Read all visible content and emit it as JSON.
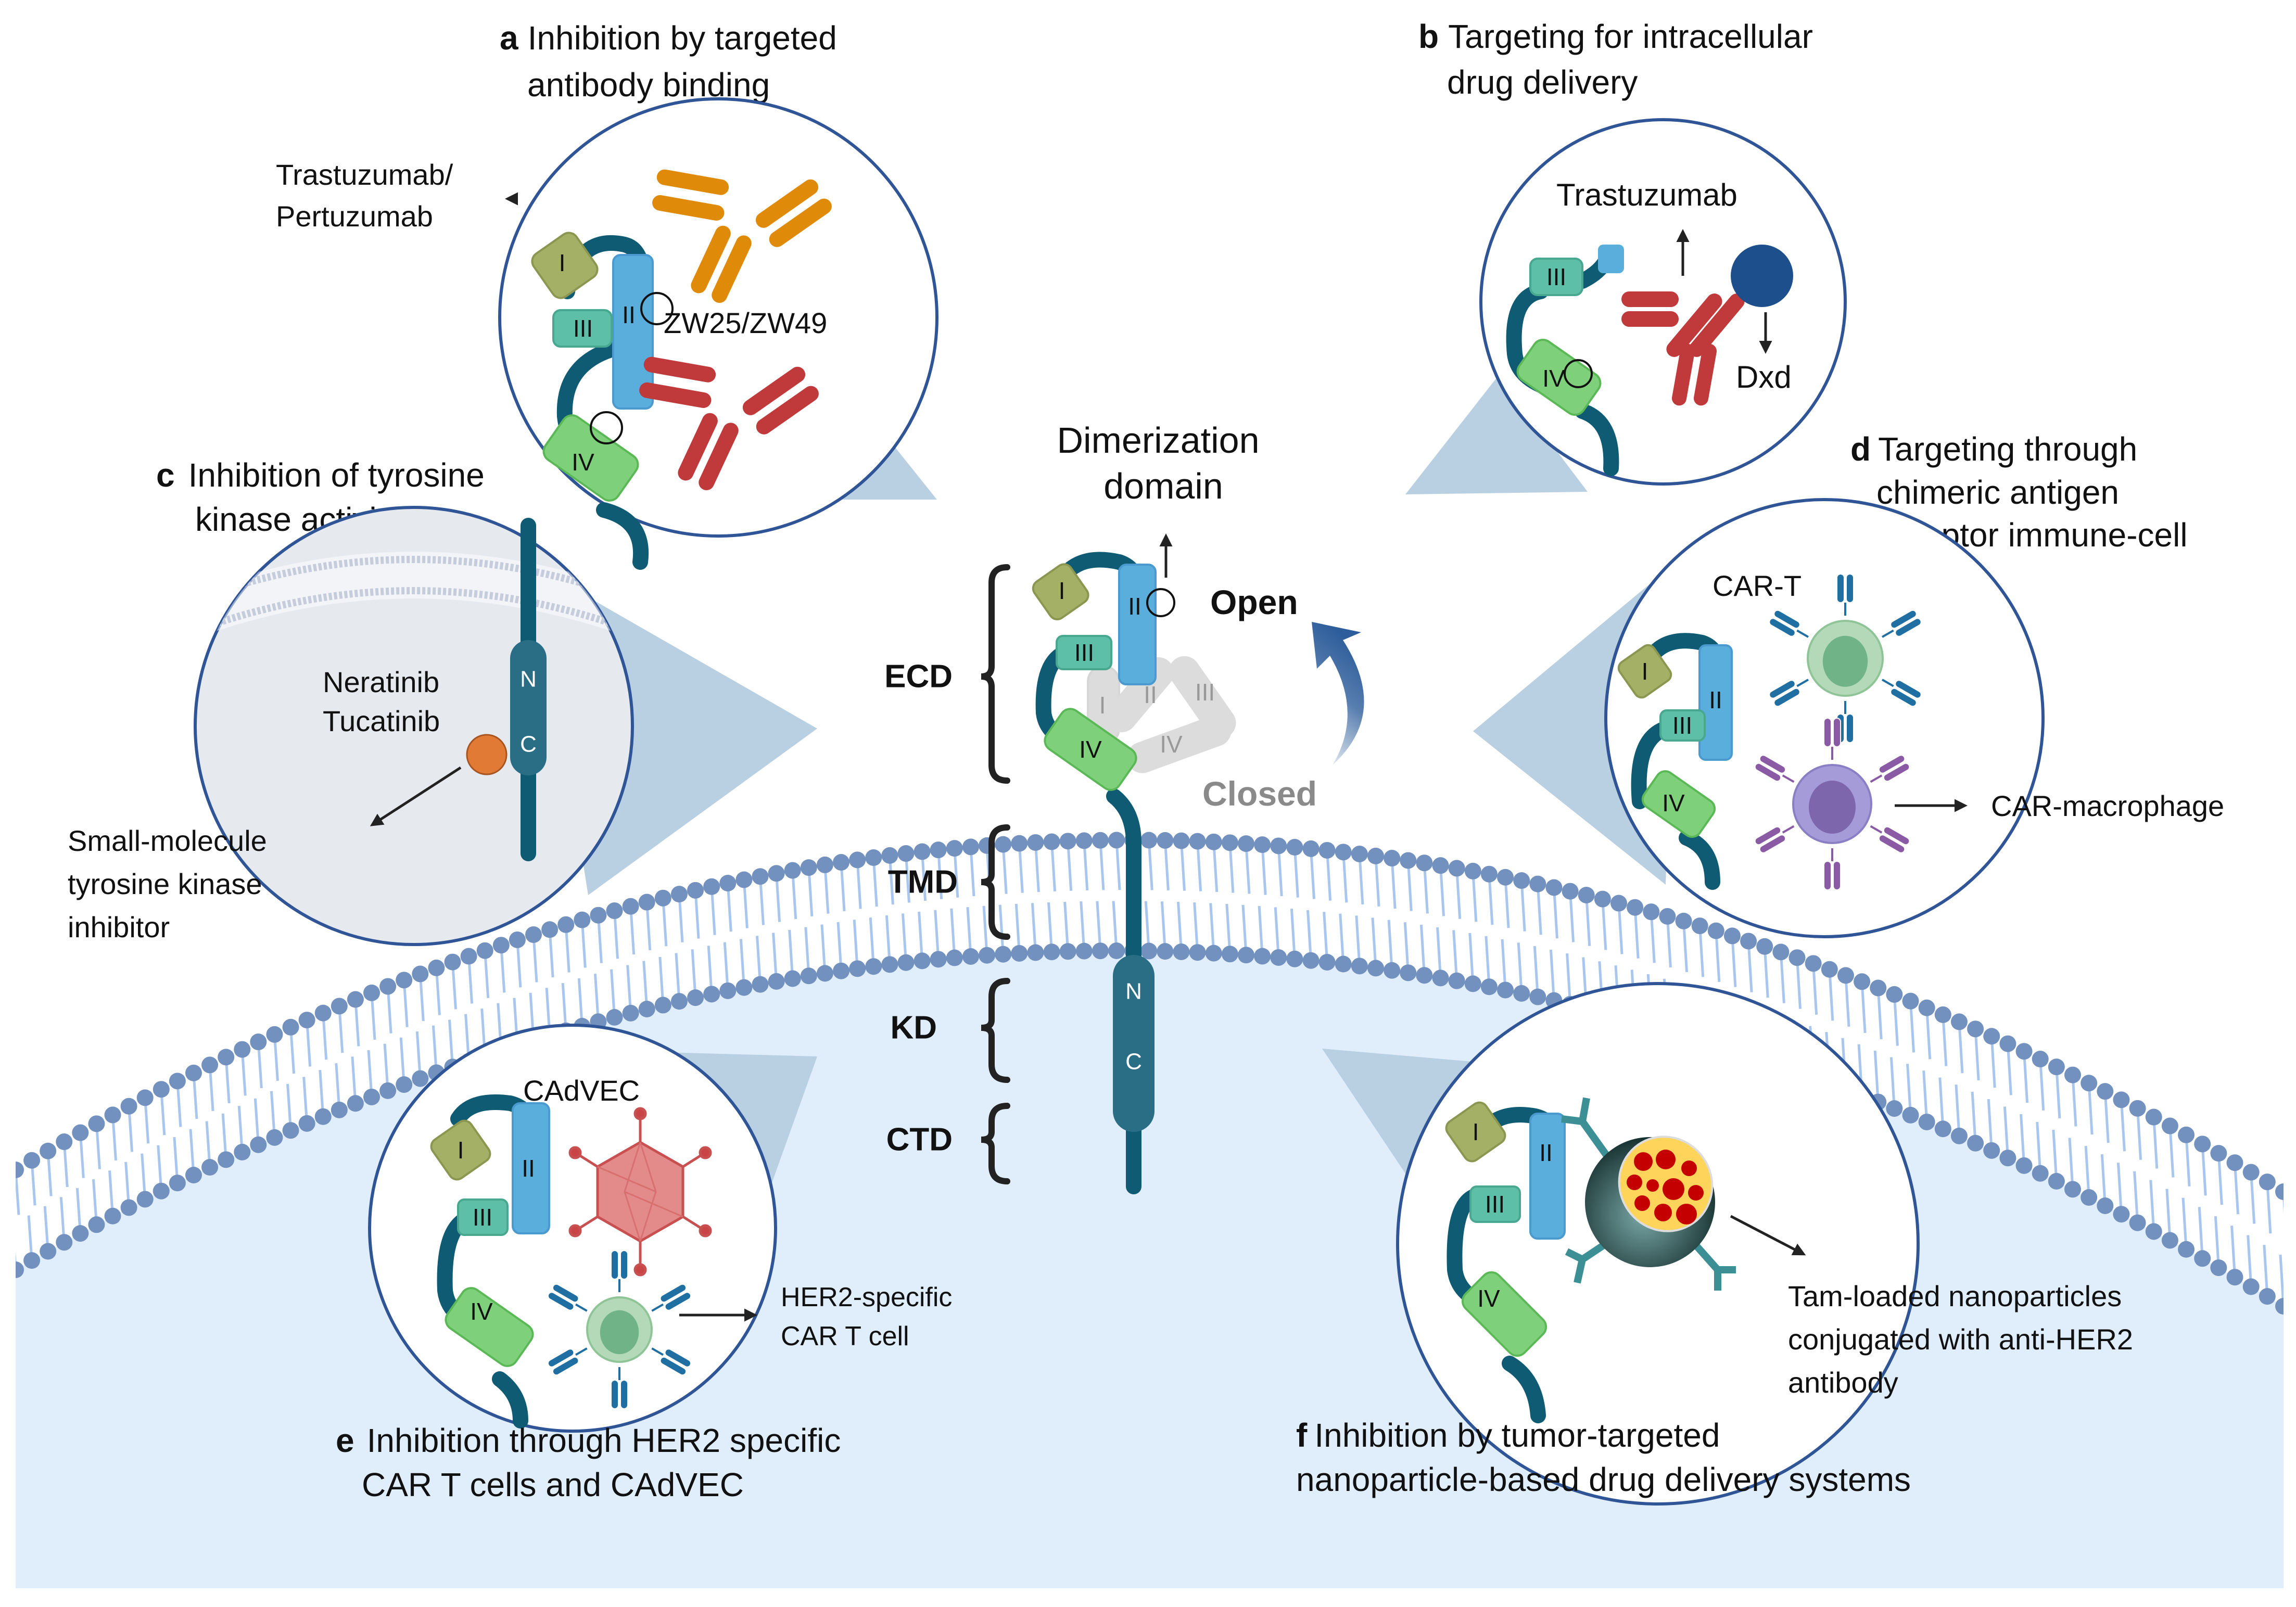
{
  "figure": {
    "panels": {
      "a": {
        "letter": "a",
        "title_line1": "Inhibition by targeted",
        "title_line2": "antibody binding",
        "callout_line1": "Trastuzumab/",
        "callout_line2": "Pertuzumab",
        "inner_label": "ZW25/ZW49"
      },
      "b": {
        "letter": "b",
        "title_line1": "Targeting for intracellular",
        "title_line2": "drug delivery",
        "inner_label_top": "Trastuzumab",
        "inner_label_bottom": "Dxd"
      },
      "c": {
        "letter": "c",
        "title_line1": "Inhibition of tyrosine",
        "title_line2": "kinase activity",
        "inner_label_line1": "Neratinib",
        "inner_label_line2": "Tucatinib",
        "callout_line1": "Small-molecule",
        "callout_line2": "tyrosine kinase",
        "callout_line3": "inhibitor"
      },
      "d": {
        "letter": "d",
        "title_line1": "Targeting through",
        "title_line2": "chimeric antigen",
        "title_line3": "receptor immune-cell",
        "inner_label": "CAR-T",
        "callout": "CAR-macrophage"
      },
      "e": {
        "letter": "e",
        "title_line1": "Inhibition through HER2 specific",
        "title_line2": "CAR T cells and CAdVEC",
        "inner_label": "CAdVEC",
        "callout_line1": "HER2-specific",
        "callout_line2": "CAR T cell"
      },
      "f": {
        "letter": "f",
        "title_line1": "Inhibition by tumor-targeted",
        "title_line2": "nanoparticle-based drug delivery systems",
        "callout_line1": "Tam-loaded nanoparticles",
        "callout_line2": "conjugated with anti-HER2",
        "callout_line3": "antibody"
      }
    },
    "center": {
      "dimerization_line1": "Dimerization",
      "dimerization_line2": "domain",
      "open_label": "Open",
      "closed_label": "Closed",
      "regions": [
        "ECD",
        "TMD",
        "KD",
        "CTD"
      ],
      "kinase_labels": {
        "n": "N",
        "c": "C"
      }
    },
    "domains": {
      "d1": "I",
      "d2": "II",
      "d3": "III",
      "d4": "IV"
    },
    "colors": {
      "domain_I": "#a3b065",
      "domain_II": "#5aaedc",
      "domain_III": "#5dbfa8",
      "domain_IV": "#7ed07a",
      "chain": "#0e5b73",
      "circle_stroke": "#2f5597",
      "cone": "#b9cfe2",
      "cytoplasm": "#e0eefc",
      "lipid_head": "#7391bf",
      "antibody_orange": "#e08a0a",
      "antibody_red": "#c0393b",
      "payload_dxd": "#1d4f8c",
      "tki_orange": "#e07a35",
      "nanoparticle_core": "#c40000",
      "nanoparticle_fill": "#ffd45a"
    }
  }
}
